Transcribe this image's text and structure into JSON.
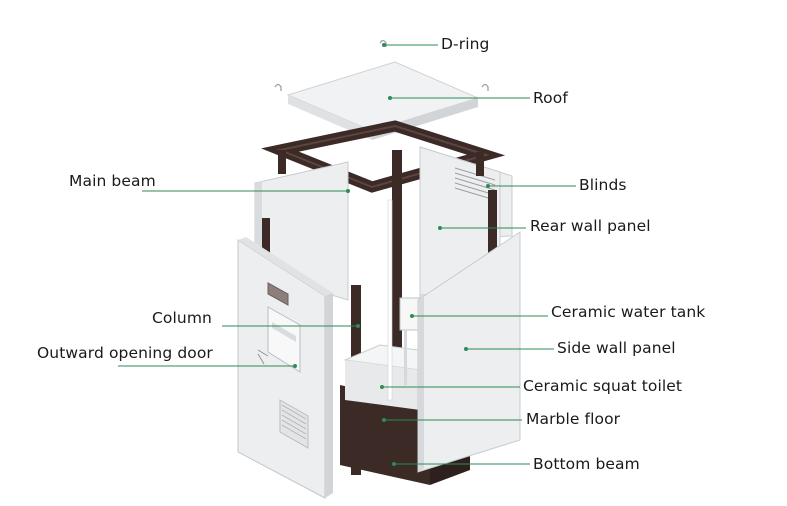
{
  "diagram": {
    "labels": {
      "d_ring": "D-ring",
      "roof": "Roof",
      "main_beam": "Main beam",
      "blinds": "Blinds",
      "rear_wall_panel": "Rear wall panel",
      "column": "Column",
      "ceramic_water_tank": "Ceramic water tank",
      "outward_opening_door": "Outward opening door",
      "side_wall_panel": "Side wall panel",
      "ceramic_squat_toilet": "Ceramic squat toilet",
      "marble_floor": "Marble floor",
      "bottom_beam": "Bottom beam"
    },
    "colors": {
      "leader_line": "#2e8b57",
      "frame": "#3b2a26",
      "panel": "#eceeef",
      "panel_edge": "#c9cccf",
      "label_text": "#1a1a1a"
    }
  }
}
